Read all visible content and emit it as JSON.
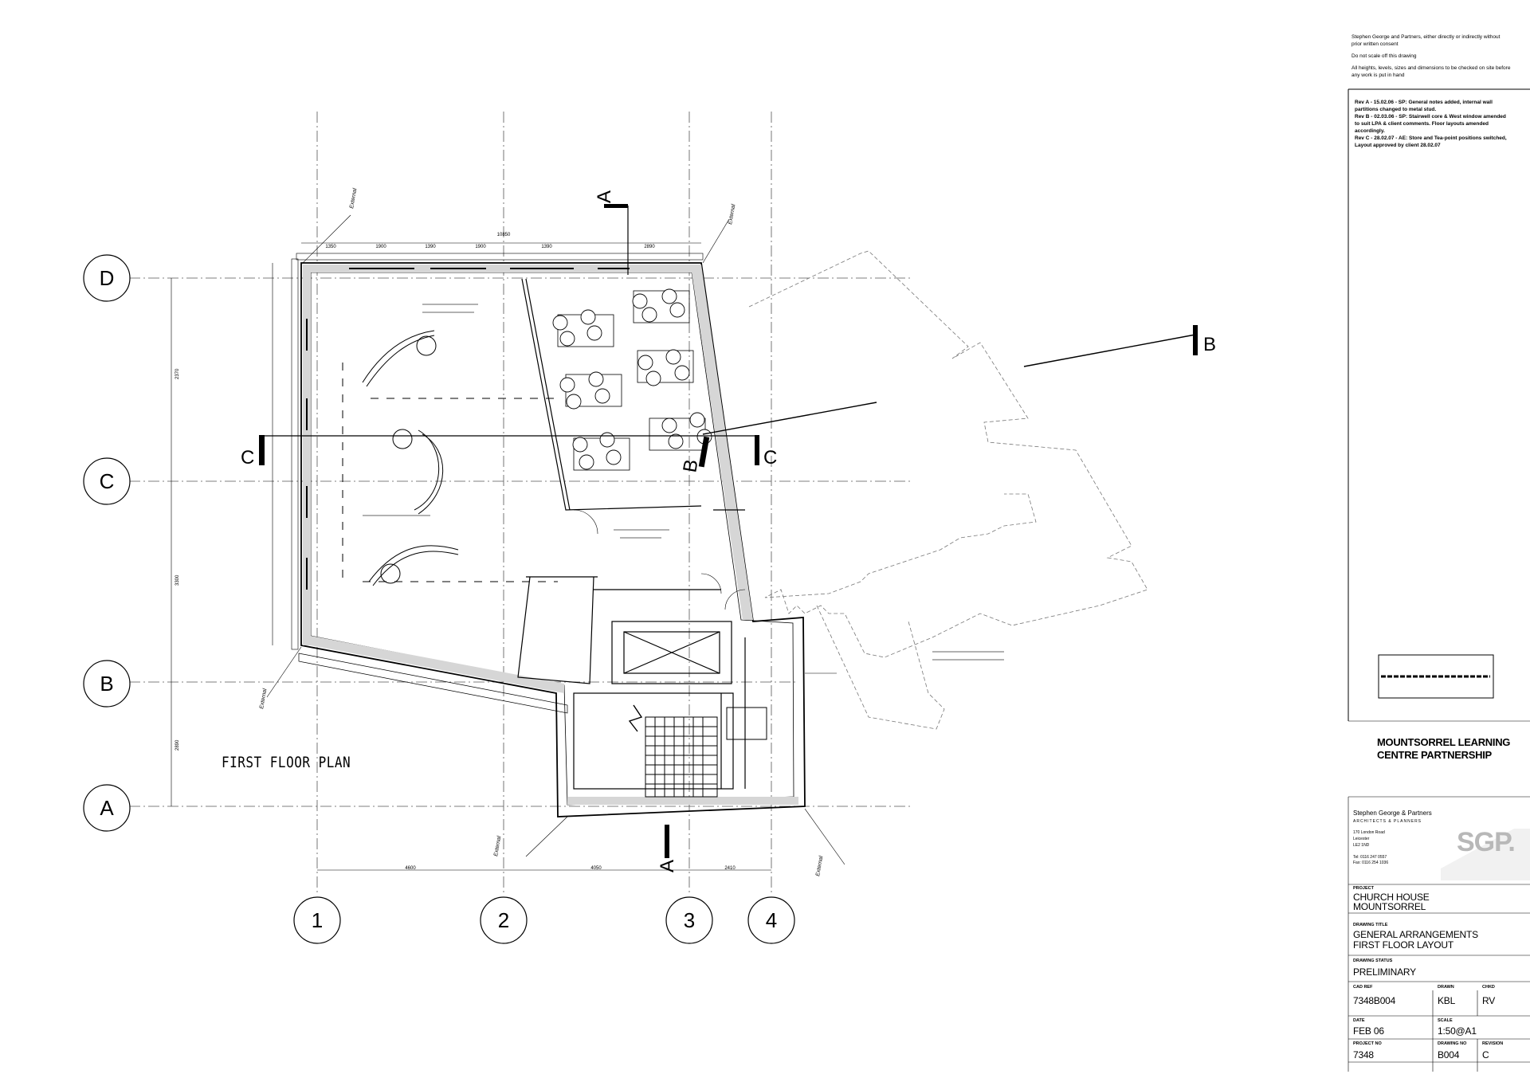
{
  "notes": [
    "Stephen George and Partners, either directly or indirectly without prior written consent",
    "Do not scale off this drawing",
    "All heights, levels, sizes and dimensions to be checked on site before any work is put in hand"
  ],
  "revisions": [
    "Rev A - 15.02.06 - SP: General notes added, internal wall partitions changed to metal stud.",
    "Rev B - 02.03.06 - SP: Stairwell core & West window amended to suit LPA & client comments. Floor layouts amended accordingly.",
    "Rev C - 28.02.07 - AE: Store and Tea-point positions switched, Layout approved by client 28.02.07"
  ],
  "client": [
    "MOUNTSORREL LEARNING",
    "CENTRE PARTNERSHIP"
  ],
  "firm": {
    "name": "Stephen George & Partners",
    "subtitle": "ARCHITECTS & PLANNERS",
    "address": [
      "170 London Road",
      "Leicester",
      "LE2 1ND"
    ],
    "tel": "Tel: 0116 247 0557",
    "fax": "Fax: 0116 254 1036",
    "logo": "SGP."
  },
  "project": {
    "label": "PROJECT",
    "lines": [
      "CHURCH HOUSE",
      "MOUNTSORREL"
    ]
  },
  "drawing_title": {
    "label": "DRAWING TITLE",
    "lines": [
      "GENERAL ARRANGEMENTS",
      "FIRST FLOOR LAYOUT"
    ]
  },
  "status": {
    "label": "DRAWING STATUS",
    "value": "PRELIMINARY"
  },
  "cad_ref": {
    "label": "CAD REF",
    "value": "7348B004"
  },
  "drawn": {
    "label": "DRAWN",
    "value": "KBL"
  },
  "checked": {
    "label": "CHKD",
    "value": "RV"
  },
  "date": {
    "label": "DATE",
    "value": "FEB 06"
  },
  "scale": {
    "label": "SCALE",
    "value": "1:50@A1"
  },
  "project_no": {
    "label": "PROJECT NO",
    "value": "7348"
  },
  "drawing_no": {
    "label": "DRAWING NO",
    "value": "B004"
  },
  "revision": {
    "label": "REVISION",
    "value": "C"
  },
  "plan_title": "FIRST FLOOR PLAN",
  "grid": {
    "rows": [
      "D",
      "C",
      "B",
      "A"
    ],
    "cols": [
      "1",
      "2",
      "3",
      "4"
    ]
  },
  "sections": [
    "A",
    "A",
    "B",
    "B",
    "C",
    "C"
  ],
  "markers": [
    "External",
    "External",
    "External",
    "External",
    "External"
  ],
  "dims_top": [
    "1350",
    "1900",
    "1390",
    "1900",
    "1390",
    "2890",
    "10850"
  ],
  "dims_left": [
    "2370",
    "3300",
    "2890"
  ],
  "dims_bottom": [
    "4600",
    "4050",
    "2410"
  ]
}
